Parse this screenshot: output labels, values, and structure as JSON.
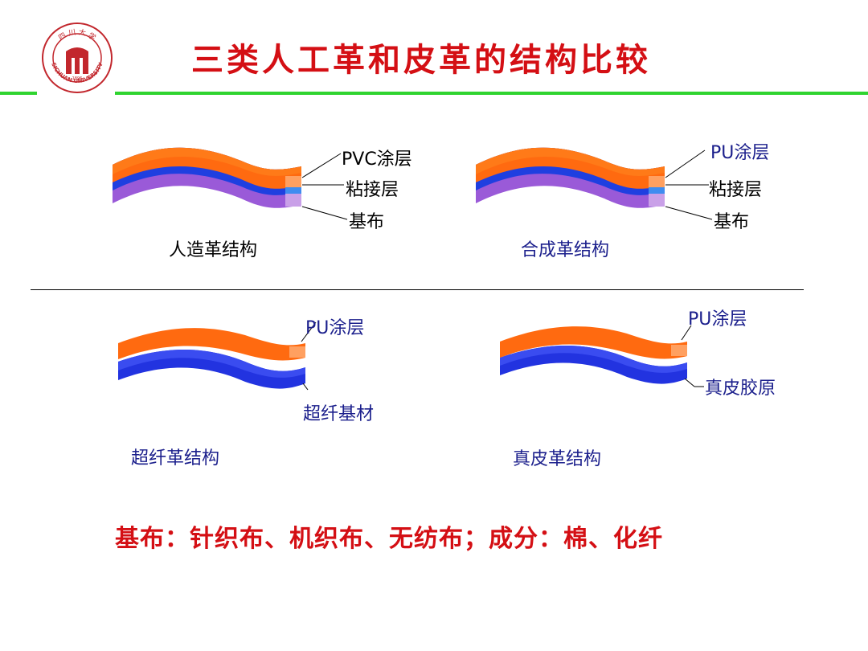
{
  "header": {
    "logo": {
      "name": "sichuan-university-seal",
      "text_top": "四川大学",
      "text_bottom": "SICHUAN UNIVERSITY",
      "year": "1896",
      "color": "#c2272d"
    },
    "title": "三类人工革和皮革的结构比较",
    "title_color": "#d40f14",
    "rule_color": "#2fd42f"
  },
  "diagrams": [
    {
      "id": "artificial-leather",
      "caption": "人造革结构",
      "layers": [
        {
          "label": "PVC涂层",
          "color": "#ff6a10"
        },
        {
          "label": "粘接层",
          "color": "#1f3fe0"
        },
        {
          "label": "基布",
          "color": "#9a5ad8"
        }
      ]
    },
    {
      "id": "synthetic-leather",
      "caption": "合成革结构",
      "layers": [
        {
          "label": "PU涂层",
          "color": "#ff6a10"
        },
        {
          "label": "粘接层",
          "color": "#1f3fe0"
        },
        {
          "label": "基布",
          "color": "#9a5ad8"
        }
      ]
    },
    {
      "id": "microfiber-leather",
      "caption": "超纤革结构",
      "layers": [
        {
          "label": "PU涂层",
          "color": "#ff6a10"
        },
        {
          "label": "超纤基材",
          "color": "#2233e0"
        }
      ]
    },
    {
      "id": "genuine-leather",
      "caption": "真皮革结构",
      "layers": [
        {
          "label": "PU涂层",
          "color": "#ff6a10"
        },
        {
          "label": "真皮胶原",
          "color": "#2233e0"
        }
      ]
    }
  ],
  "footer_note": "基布：针织布、机织布、无纺布；成分：棉、化纤",
  "footer_color": "#d40f14"
}
